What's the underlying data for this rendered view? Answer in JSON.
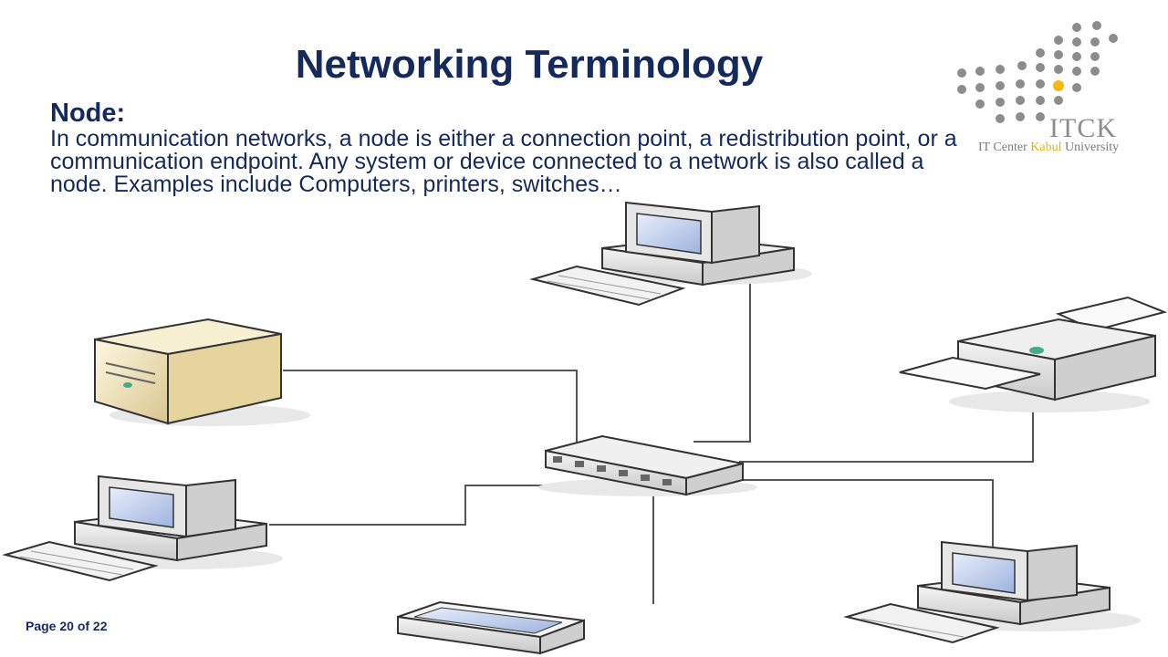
{
  "slide": {
    "title": "Networking Terminology",
    "node_heading": "Node:",
    "node_body": "In communication networks, a node is either a connection point, a redistribution point, or a communication endpoint. Any system or device connected to a network is also called a node. Examples include Computers, printers, switches…",
    "page_number": "Page 20 of 22"
  },
  "logo": {
    "text": "ITCK",
    "sub_prefix": "IT Center",
    "sub_highlight": "Kabul",
    "sub_suffix": "University",
    "colors": {
      "dots": "#8c8c8c",
      "accent": "#f2b90f"
    }
  },
  "colors": {
    "title": "#14295c",
    "body": "#14295c",
    "cable": "#555555"
  },
  "diagram": {
    "nodes": [
      "server",
      "computer-top",
      "printer",
      "switch",
      "computer-left",
      "computer-bottom-right",
      "scanner"
    ]
  }
}
